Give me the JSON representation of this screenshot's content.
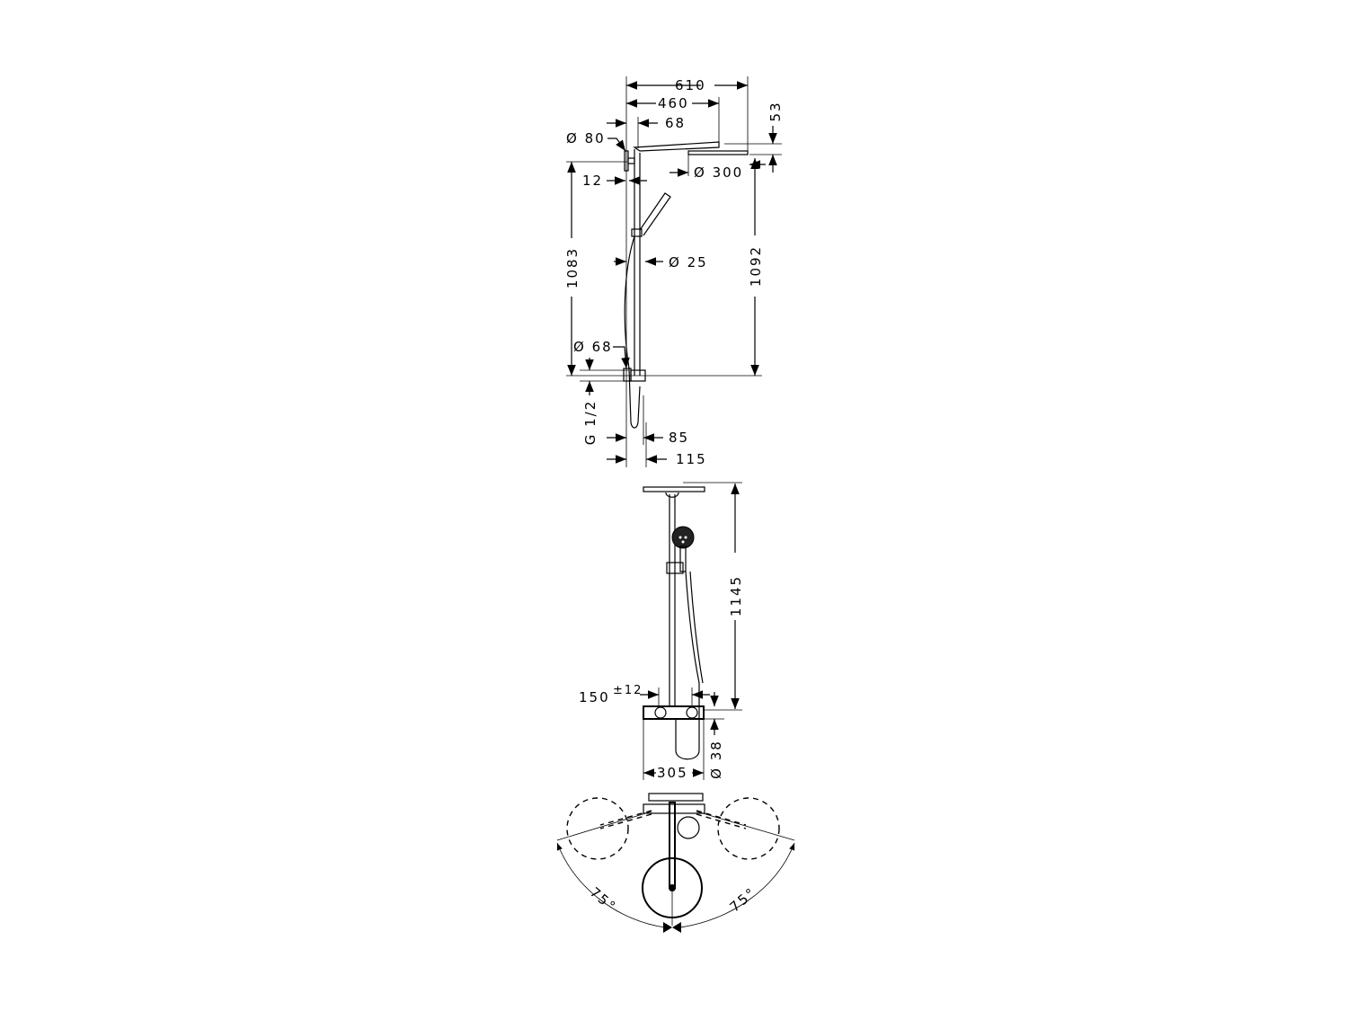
{
  "drawing": {
    "side_view": {
      "dims": {
        "total_width": "610",
        "arm_length": "460",
        "wall_offset": "68",
        "wall_flange": "Ø 80",
        "wall_gap": "12",
        "head_diameter": "Ø 300",
        "head_thickness": "53",
        "height_left": "1083",
        "height_right": "1092",
        "column_diameter": "Ø 25",
        "connector_diameter": "Ø 68",
        "thread": "G 1/2",
        "depth_inner": "85",
        "depth_outer": "115"
      }
    },
    "front_view": {
      "dims": {
        "height": "1145",
        "inlet_spacing": "150",
        "inlet_tolerance": "±12",
        "mixer_diameter": "Ø 38",
        "mixer_width": "305"
      }
    },
    "top_view": {
      "dims": {
        "rotation_left": "75°",
        "rotation_right": "75°"
      }
    }
  }
}
